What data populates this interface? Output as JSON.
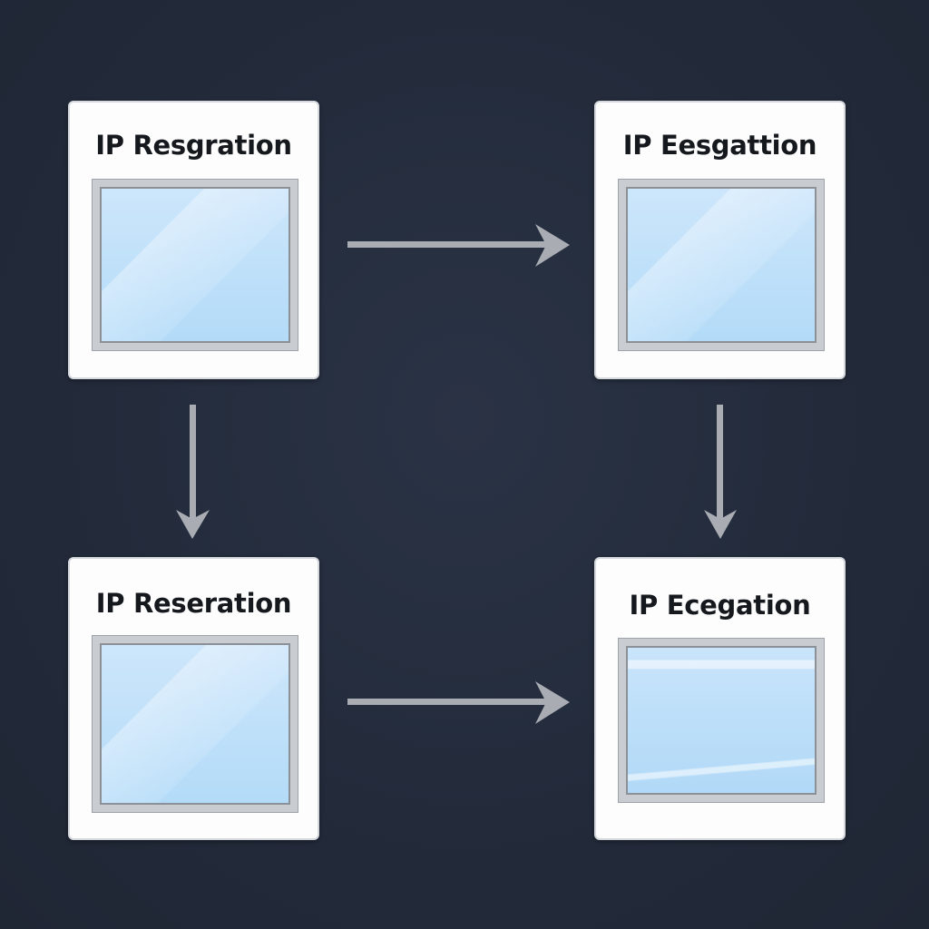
{
  "nodes": [
    {
      "id": "top-left",
      "title": "IP Resgration"
    },
    {
      "id": "top-right",
      "title": "IP Eesgattion"
    },
    {
      "id": "bottom-left",
      "title": "IP Reseration"
    },
    {
      "id": "bottom-right",
      "title": "IP Ecegation"
    }
  ],
  "edges": [
    {
      "from": "top-left",
      "to": "top-right"
    },
    {
      "from": "top-left",
      "to": "bottom-left"
    },
    {
      "from": "top-right",
      "to": "bottom-right"
    },
    {
      "from": "bottom-left",
      "to": "bottom-right"
    }
  ],
  "colors": {
    "background": "#232b3b",
    "card": "#fdfdfd",
    "screen": "#b8ddf8",
    "arrow": "#a9adb3"
  }
}
